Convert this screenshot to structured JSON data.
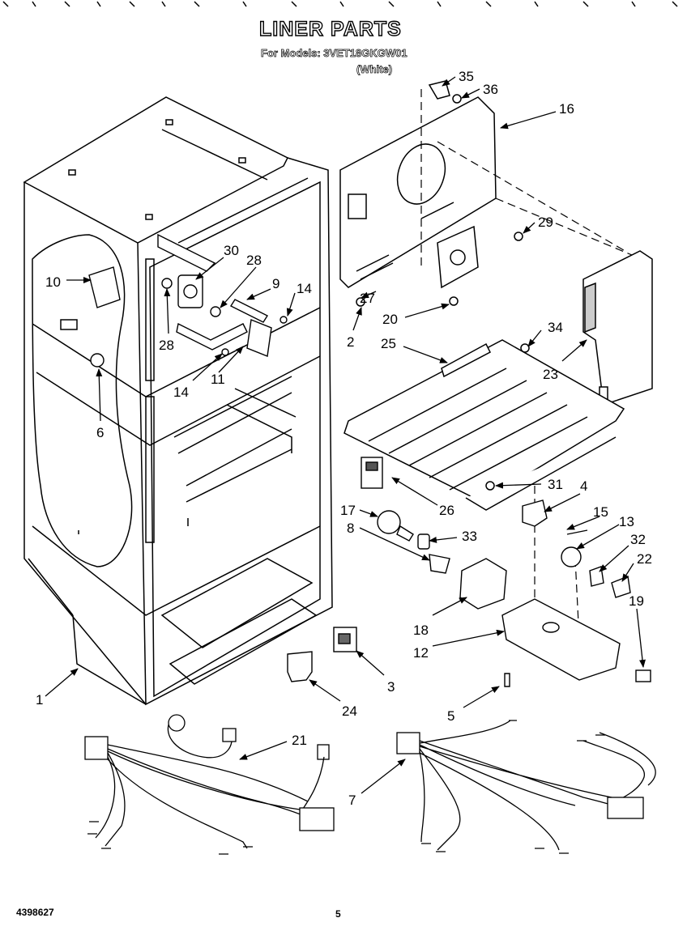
{
  "header": {
    "title": "LINER PARTS",
    "model_line": "For Models: 3VET18GKGW01",
    "color": "(White)"
  },
  "footer": {
    "doc_number": "4398627",
    "page": "5"
  },
  "callouts": [
    "35",
    "36",
    "16",
    "29",
    "30",
    "28",
    "9",
    "14",
    "10",
    "28",
    "14",
    "11",
    "6",
    "27",
    "20",
    "2",
    "34",
    "25",
    "23",
    "31",
    "26",
    "17",
    "4",
    "15",
    "13",
    "8",
    "33",
    "32",
    "22",
    "19",
    "18",
    "12",
    "3",
    "24",
    "5",
    "1",
    "21",
    "7"
  ]
}
